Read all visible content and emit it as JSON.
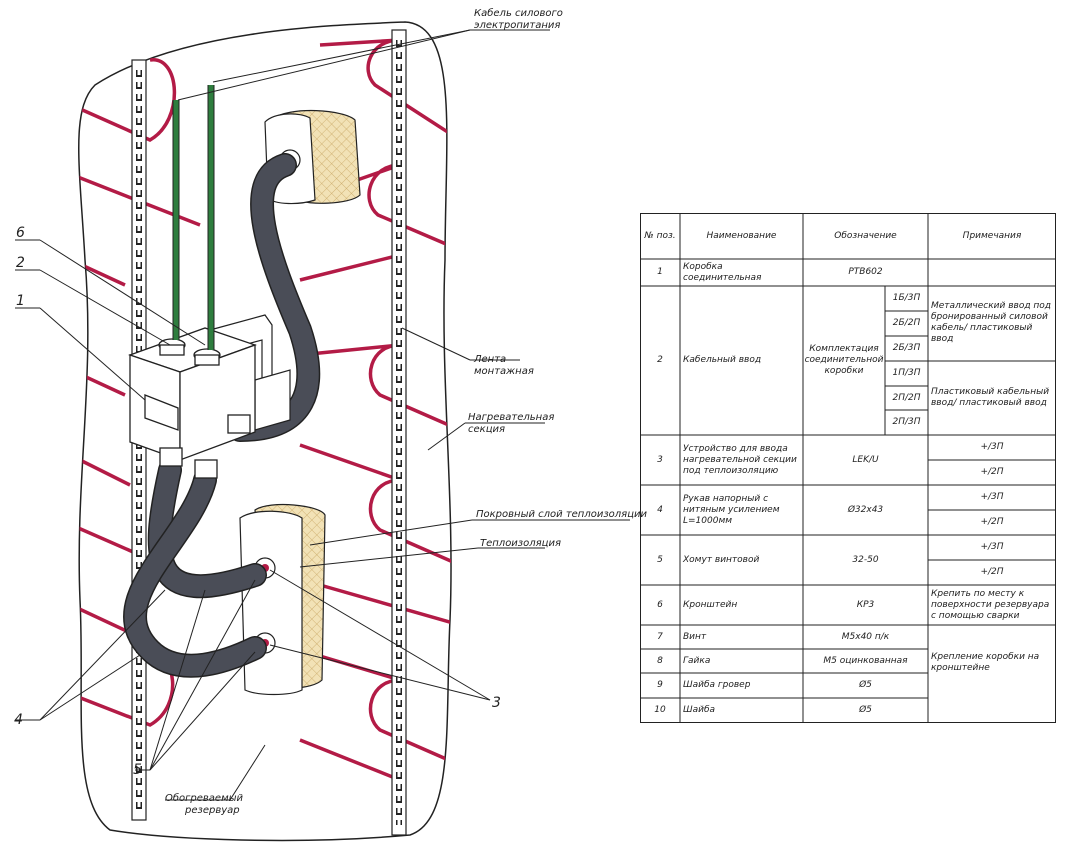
{
  "callouts": {
    "power_cable": [
      "Кабель силового",
      "электропитания"
    ],
    "mounting_tape": [
      "Лента",
      "монтажная"
    ],
    "heating_section": [
      "Нагревательная",
      "секция"
    ],
    "cover_layer": "Покровный слой теплоизоляции",
    "insulation": "Теплоизоляция",
    "tank": [
      "Обогреваемый",
      "резервуар"
    ]
  },
  "item_numbers": {
    "n6": "6",
    "n2": "2",
    "n1": "1",
    "n3": "3",
    "n4": "4",
    "n5": "5"
  },
  "table": {
    "headers": {
      "pos": "№ поз.",
      "name": "Наименование",
      "designation": "Обозначение",
      "notes": "Примечания"
    },
    "rows": [
      {
        "pos": "1",
        "name": "Коробка соединительная",
        "designation": "PTB602"
      },
      {
        "pos": "2",
        "name": "Кабельный ввод",
        "designation": "Комплектация соединительной коробки",
        "sub": [
          "1Б/3П",
          "2Б/2П",
          "2Б/3П",
          "1П/3П",
          "2П/2П",
          "2П/3П"
        ],
        "notes": [
          "Металлический ввод под бронированный силовой кабель/ пластиковый ввод",
          "Пластиковый кабельный ввод/ пластиковый ввод"
        ]
      },
      {
        "pos": "3",
        "name": "Устройство для ввода нагревательной секции под теплоизоляцию",
        "designation": "LEK/U",
        "notes": [
          "+/3П",
          "+/2П"
        ]
      },
      {
        "pos": "4",
        "name": "Рукав напорный с нитяным усилением L=1000мм",
        "designation": "Ø32x43",
        "notes": [
          "+/3П",
          "+/2П"
        ]
      },
      {
        "pos": "5",
        "name": "Хомут винтовой",
        "designation": "32-50",
        "notes": [
          "+/3П",
          "+/2П"
        ]
      },
      {
        "pos": "6",
        "name": "Кронштейн",
        "designation": "КР3",
        "notes": "Крепить по месту к поверхности резервуара с помощью сварки"
      },
      {
        "pos": "7",
        "name": "Винт",
        "designation": "М5х40 п/к"
      },
      {
        "pos": "8",
        "name": "Гайка",
        "designation": "М5 оцинкованная"
      },
      {
        "pos": "9",
        "name": "Шайба гровер",
        "designation": "Ø5"
      },
      {
        "pos": "10",
        "name": "Шайба",
        "designation": "Ø5"
      }
    ],
    "merged_note_7_10": "Крепление коробки на кронштейне"
  },
  "colors": {
    "heating": "#b31b46",
    "cable": "#2e7d3e",
    "hose": "#4a4d57",
    "insulation": "#f2e2b6",
    "line": "#222222"
  }
}
